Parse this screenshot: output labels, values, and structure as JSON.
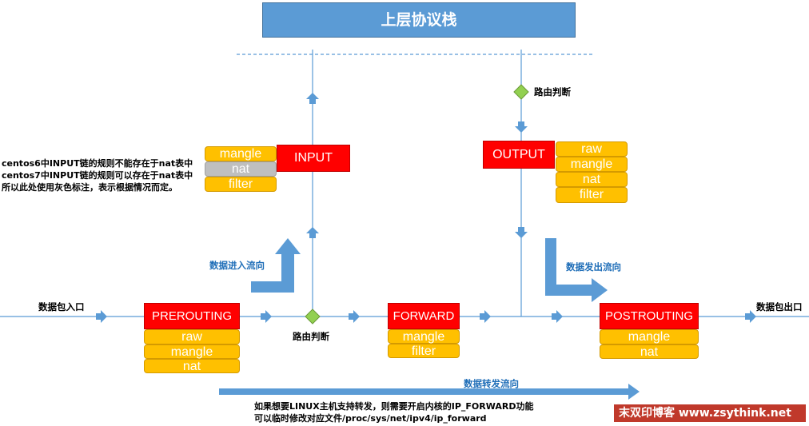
{
  "title": "上层协议栈",
  "chains": {
    "input": "INPUT",
    "output": "OUTPUT",
    "prerouting": "PREROUTING",
    "forward": "FORWARD",
    "postrouting": "POSTROUTING"
  },
  "tables": {
    "raw": "raw",
    "mangle": "mangle",
    "nat": "nat",
    "filter": "filter"
  },
  "labels": {
    "route_decision": "路由判断",
    "packet_in": "数据包入口",
    "packet_out": "数据包出口",
    "inbound_flow": "数据进入流向",
    "outbound_flow": "数据发出流向",
    "forward_flow": "数据转发流向"
  },
  "notes": {
    "input_nat": [
      "centos6中INPUT链的规则不能存在于nat表中",
      "centos7中INPUT链的规则可以存在于nat表中",
      "所以此处使用灰色标注，表示根据情况而定。"
    ],
    "ip_forward": [
      "如果想要LINUX主机支持转发，则需要开启内核的IP_FORWARD功能",
      "可以临时修改对应文件/proc/sys/net/ipv4/ip_forward"
    ]
  },
  "watermark": "末双印博客 www.zsythink.net",
  "colors": {
    "chain": "#ff0000",
    "table": "#ffc000",
    "table_optional": "#bfbfbf",
    "line": "#5b9bd5",
    "decision": "#92d050",
    "arrow_inside_tables": "#ff0000"
  }
}
